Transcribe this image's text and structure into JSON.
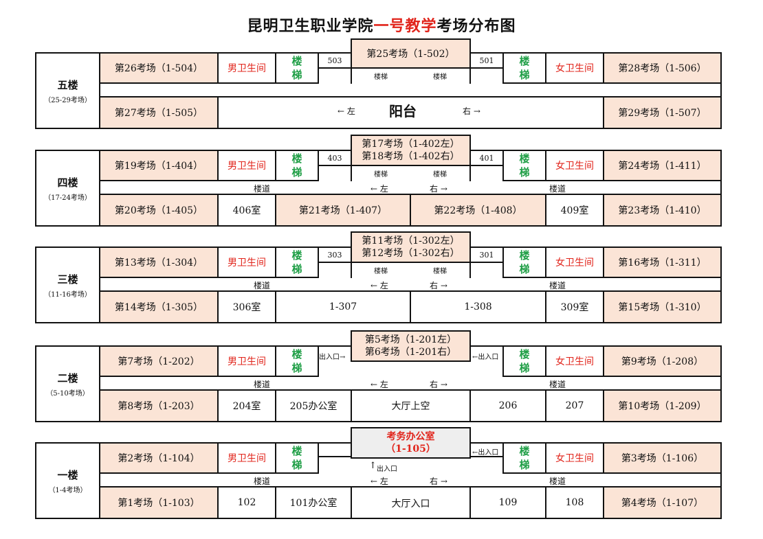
{
  "title": {
    "prefix": "昆明卫生职业学院",
    "highlight": "一号教学",
    "suffix": "考场分布图"
  },
  "common": {
    "male_restroom": "男卫生间",
    "female_restroom": "女卫生间",
    "stairs_char1": "楼",
    "stairs_char2": "梯",
    "stairwell": "楼梯",
    "corridor": "楼道",
    "left": "← 左",
    "right": "右 →",
    "entrance_right": "出入口→",
    "entrance_left": "←出入口",
    "entrance_up": "出入口"
  },
  "floors": [
    {
      "name": "五楼",
      "range": "（25-29考场）",
      "top_left_room": "第26考场（1-504）",
      "top_right_room": "第28考场（1-506）",
      "small_left": "503",
      "small_right": "501",
      "center_line1": "第25考场（1-502）",
      "center_line2": "",
      "bottom_left_room": "第27考场（1-505）",
      "bottom_right_room": "第29考场（1-507）",
      "balcony": "阳台"
    },
    {
      "name": "四楼",
      "range": "（17-24考场）",
      "top_left_room": "第19考场（1-404）",
      "top_right_room": "第24考场（1-411）",
      "small_left": "403",
      "small_right": "401",
      "center_line1": "第17考场（1-402左）",
      "center_line2": "第18考场（1-402右）",
      "bottom": [
        "第20考场（1-405）",
        "406室",
        "第21考场（1-407）",
        "第22考场（1-408）",
        "409室",
        "第23考场（1-410）"
      ]
    },
    {
      "name": "三楼",
      "range": "（11-16考场）",
      "top_left_room": "第13考场（1-304）",
      "top_right_room": "第16考场（1-311）",
      "small_left": "303",
      "small_right": "301",
      "center_line1": "第11考场（1-302左）",
      "center_line2": "第12考场（1-302右）",
      "bottom": [
        "第14考场（1-305）",
        "306室",
        "1-307",
        "1-308",
        "309室",
        "第15考场（1-310）"
      ]
    },
    {
      "name": "二楼",
      "range": "（5-10考场）",
      "top_left_room": "第7考场（1-202）",
      "top_right_room": "第9考场（1-208）",
      "center_line1": "第5考场（1-201左）",
      "center_line2": "第6考场（1-201右）",
      "bottom": [
        "第8考场（1-203）",
        "204室",
        "205办公室",
        "大厅上空",
        "206",
        "207",
        "第10考场（1-209）"
      ]
    },
    {
      "name": "一楼",
      "range": "（1-4考场）",
      "top_left_room": "第2考场（1-104）",
      "top_right_room": "第3考场（1-106）",
      "center_line1": "考务办公室",
      "center_line2": "（1-105）",
      "bottom": [
        "第1考场（1-103）",
        "102",
        "101办公室",
        "大厅入口",
        "109",
        "108",
        "第4考场（1-107）"
      ]
    }
  ]
}
